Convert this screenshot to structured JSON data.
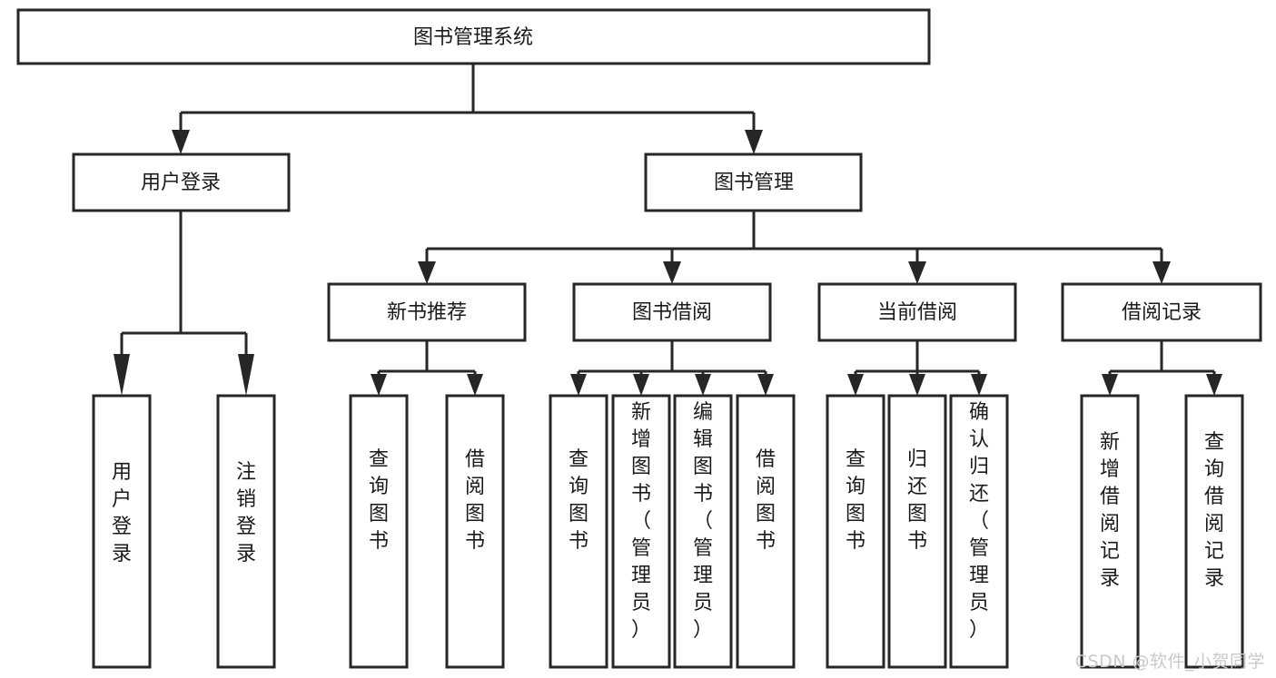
{
  "diagram": {
    "type": "tree-hierarchy",
    "title": "图书管理系统",
    "orientation": "top-down",
    "colors": {
      "box_stroke": "#262626",
      "box_fill": "#ffffff",
      "text": "#1a1a1a",
      "connector": "#262626",
      "watermark": "#c9c9c9",
      "background": "#ffffff"
    },
    "root": {
      "label": "图书管理系统",
      "name": "root-node"
    },
    "level2": [
      {
        "label": "用户登录",
        "name": "node-user-login"
      },
      {
        "label": "图书管理",
        "name": "node-book-management"
      }
    ],
    "level3": [
      {
        "label": "新书推荐",
        "name": "node-new-book-recommend"
      },
      {
        "label": "图书借阅",
        "name": "node-book-borrow"
      },
      {
        "label": "当前借阅",
        "name": "node-current-borrow"
      },
      {
        "label": "借阅记录",
        "name": "node-borrow-record"
      }
    ],
    "leaves": {
      "user_login": [
        {
          "label": "用户登录",
          "name": "leaf-user-login"
        },
        {
          "label": "注销登录",
          "name": "leaf-logout"
        }
      ],
      "new_book_recommend": [
        {
          "label": "查询图书",
          "name": "leaf-query-book-1"
        },
        {
          "label": "借阅图书",
          "name": "leaf-borrow-book-1"
        }
      ],
      "book_borrow": [
        {
          "label": "查询图书",
          "name": "leaf-query-book-2"
        },
        {
          "label": "新增图书（管理员）",
          "name": "leaf-add-book-admin"
        },
        {
          "label": "编辑图书（管理员）",
          "name": "leaf-edit-book-admin"
        },
        {
          "label": "借阅图书",
          "name": "leaf-borrow-book-2"
        }
      ],
      "current_borrow": [
        {
          "label": "查询图书",
          "name": "leaf-query-book-3"
        },
        {
          "label": "归还图书",
          "name": "leaf-return-book"
        },
        {
          "label": "确认归还（管理员）",
          "name": "leaf-confirm-return-admin"
        }
      ],
      "borrow_record": [
        {
          "label": "新增借阅记录",
          "name": "leaf-add-borrow-record"
        },
        {
          "label": "查询借阅记录",
          "name": "leaf-query-borrow-record"
        }
      ]
    }
  },
  "watermark": {
    "text": "CSDN @软件_小贺同学"
  }
}
